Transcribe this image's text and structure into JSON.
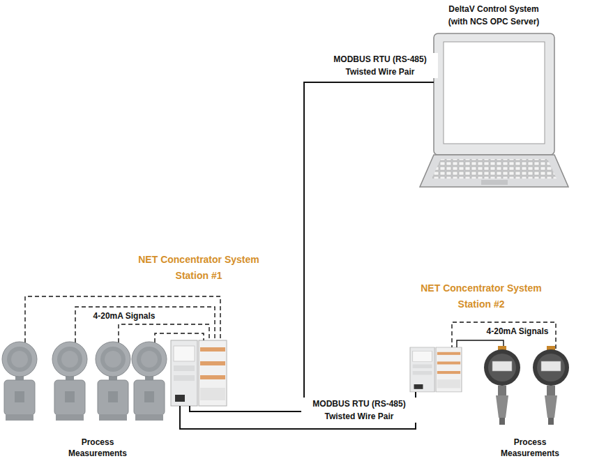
{
  "diagram": {
    "nodes": [
      {
        "text": [
          "DeltaV Control System (with NCS OPC Server)"
        ]
      },
      {
        "text": [
          "NET Concentrator System Station #1"
        ]
      },
      {
        "text": [
          "NET Concentrator System Station #2"
        ]
      },
      {
        "text": [
          "Process Measurements"
        ]
      },
      {
        "text": [
          "Process Measurements"
        ]
      }
    ],
    "edges": [
      {
        "from": 1,
        "to": 0,
        "arrow": "none",
        "label": "MODBUS RTU (RS-485) Twisted Wire Pair"
      },
      {
        "from": 1,
        "to": 2,
        "arrow": "none",
        "label": "MODBUS RTU (RS-485) Twisted Wire Pair"
      },
      {
        "from": 3,
        "to": 1,
        "arrow": "none",
        "label": "4-20mA Signals"
      },
      {
        "from": 4,
        "to": 2,
        "arrow": "none",
        "label": "4-20mA Signals"
      }
    ]
  }
}
